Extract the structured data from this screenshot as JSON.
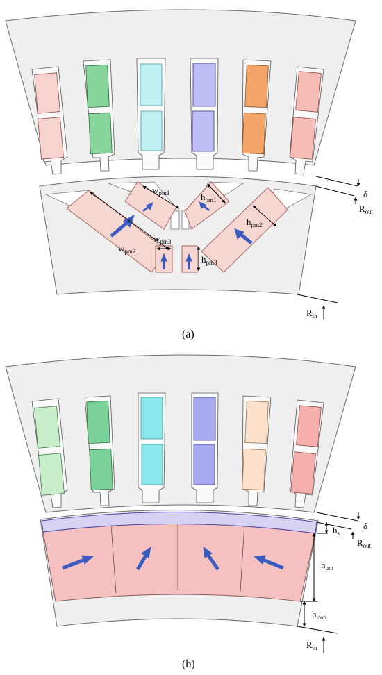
{
  "colors": {
    "iron": "#efefef",
    "iron_stroke": "#6a6a6a",
    "magnet": "#f6d6d0",
    "magnet_stroke": "#a8625a",
    "magnet_b": "#f5c0c0",
    "sleeve": "#d8d2f2",
    "sleeve_stroke": "#4b44a8",
    "arrow": "#3a5cc0",
    "coils_a": [
      "#f7d2cf",
      "#87d59a",
      "#bff0f2",
      "#bdbcf4",
      "#f5a56a",
      "#f6bcb5"
    ],
    "coils_b": [
      "#c8edc8",
      "#7ad29a",
      "#8be8ea",
      "#a9a9f0",
      "#fbe0cc",
      "#f5b0ad"
    ]
  },
  "figure_a": {
    "labels": {
      "wpm1": {
        "main": "w",
        "sub": "pm1"
      },
      "hpm1": {
        "main": "h",
        "sub": "pm1"
      },
      "hpm2": {
        "main": "h",
        "sub": "pm2"
      },
      "wpm2": {
        "main": "w",
        "sub": "pm2"
      },
      "wpm3": {
        "main": "w",
        "sub": "pm3"
      },
      "hpm3": {
        "main": "h",
        "sub": "pm3"
      },
      "delta": {
        "main": "δ",
        "sub": ""
      },
      "rout": {
        "main": "R",
        "sub": "out"
      },
      "rin": {
        "main": "R",
        "sub": "in"
      }
    },
    "caption": "(a)"
  },
  "figure_b": {
    "labels": {
      "delta": {
        "main": "δ",
        "sub": ""
      },
      "hs": {
        "main": "h",
        "sub": "s"
      },
      "rout": {
        "main": "R",
        "sub": "out"
      },
      "hpm": {
        "main": "h",
        "sub": "pm"
      },
      "hiron": {
        "main": "h",
        "sub": "iron"
      },
      "rin": {
        "main": "R",
        "sub": "in"
      }
    },
    "caption": "(b)"
  }
}
